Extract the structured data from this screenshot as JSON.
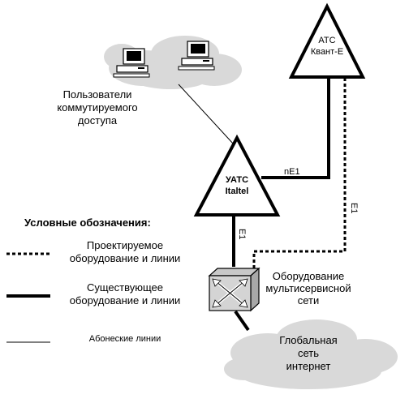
{
  "nodes": {
    "ats": {
      "line1": "АТС",
      "line2": "Квант-Е"
    },
    "uats": {
      "line1": "УАТС",
      "line2": "Italtel"
    },
    "users": {
      "line1": "Пользователи",
      "line2": "коммутируемого",
      "line3": "доступа"
    },
    "multiservice": {
      "line1": "Оборудование",
      "line2": "мультисервисной",
      "line3": "сети"
    },
    "internet": {
      "line1": "Глобальная",
      "line2": "сеть",
      "line3": "интернет"
    }
  },
  "links": {
    "ne1": "nE1",
    "e1_vertical": "E1",
    "e1_right": "E1"
  },
  "legend": {
    "title": "Условные обозначения:",
    "items": [
      {
        "style": "dashed",
        "line1": "Проектируемое",
        "line2": "оборудование  и линии"
      },
      {
        "style": "thick",
        "line1": "Существующее",
        "line2": "оборудование и линии"
      },
      {
        "style": "thin",
        "line1": "Абонеские линии"
      }
    ]
  }
}
